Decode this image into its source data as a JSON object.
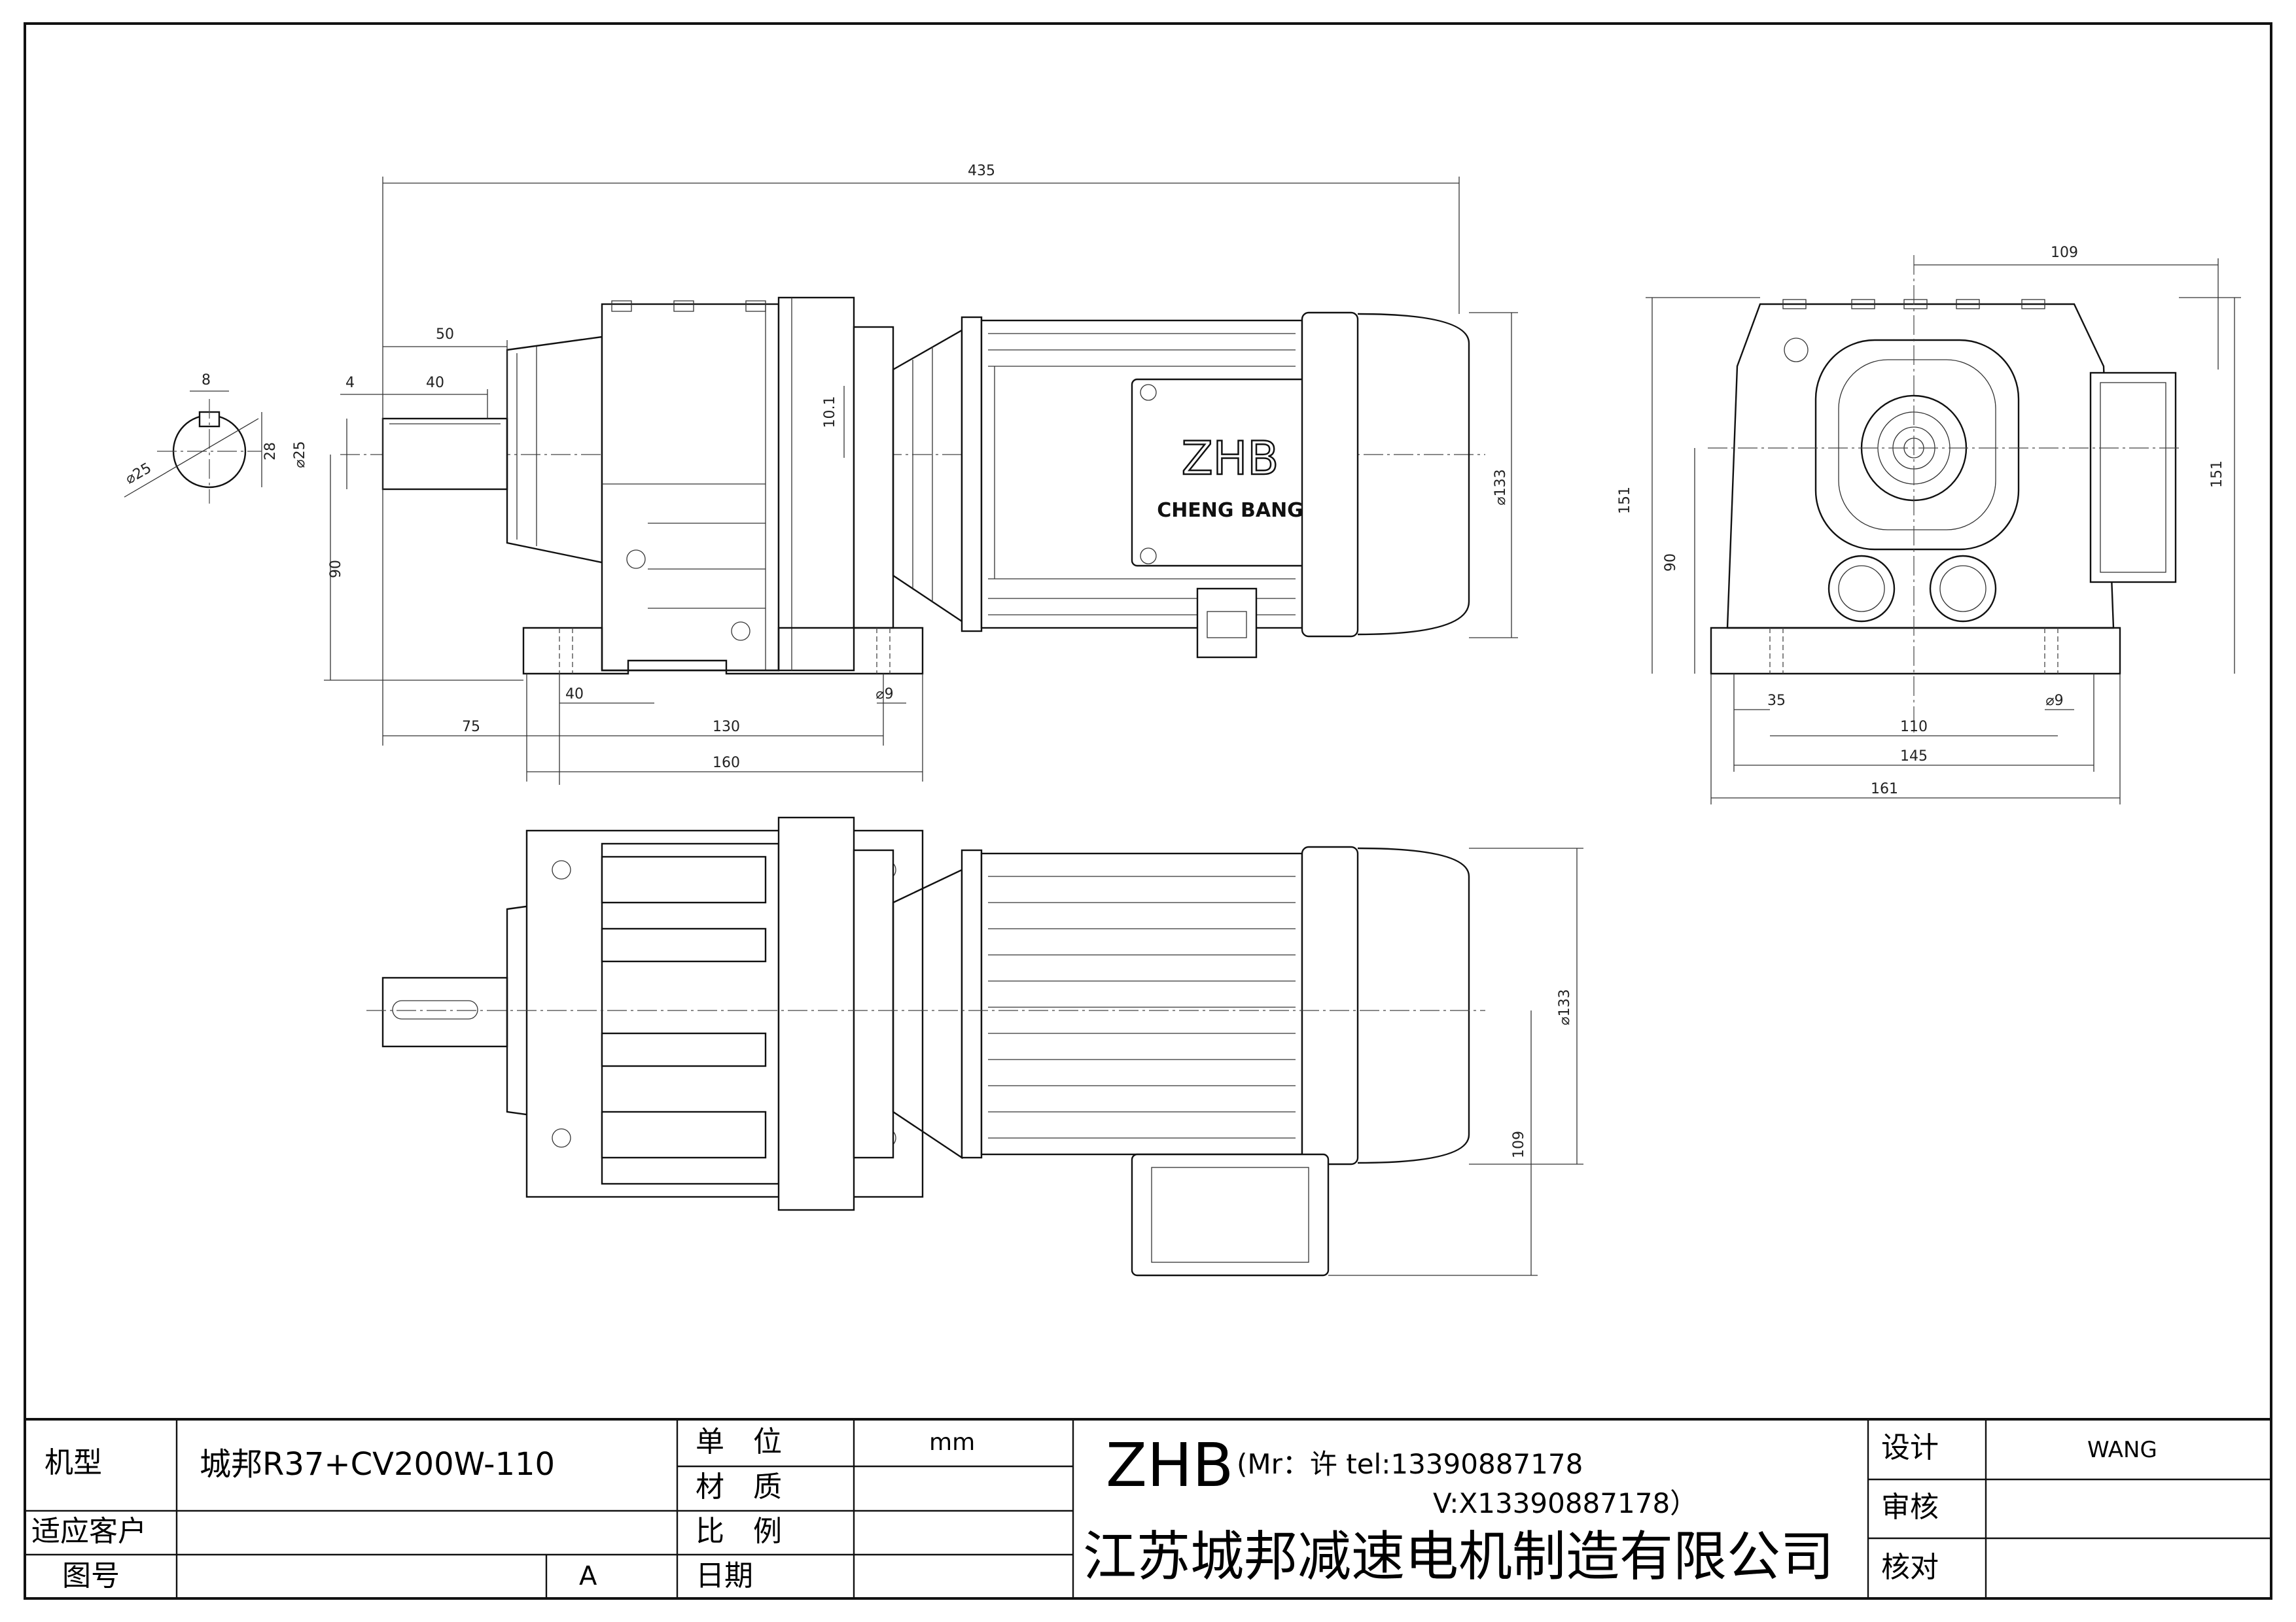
{
  "drawing": {
    "dimensions": {
      "overall_length": "435",
      "output_shaft_len": "50",
      "key_len": "40",
      "key_offset": "4",
      "key_width": "8",
      "shaft_dia_end": "⌀25",
      "key_height": "28",
      "shaft_dia_side": "⌀25",
      "shaft_height": "90",
      "offset_10": "10.1",
      "foot_hole_dist": "40",
      "foot_front": "75",
      "foot_pitch": "130",
      "foot_hole_dia": "⌀9",
      "foot_length": "160",
      "motor_dia": "⌀133",
      "end_width_top": "109",
      "end_height_left": "151",
      "end_height_right": "151",
      "end_shaft_height": "90",
      "end_foot_35": "35",
      "end_foot_hole": "⌀9",
      "end_foot_pitch": "110",
      "end_foot_145": "145",
      "end_overall": "161",
      "top_motor_dia": "⌀133",
      "top_box_109": "109"
    },
    "nameplate": {
      "brand": "ZHB",
      "maker": "CHENG BANG"
    }
  },
  "title_block": {
    "model_label": "机型",
    "model_value": "城邦R37+CV200W-110",
    "customer_label": "适应客户",
    "customer_value": "",
    "drawing_no_label": "图号",
    "drawing_no_value": "",
    "revision": "A",
    "unit_label": "单　位",
    "unit_value": "mm",
    "material_label": "材　质",
    "material_value": "",
    "scale_label": "比　例",
    "scale_value": "",
    "date_label": "日期",
    "date_value": "",
    "company_logo": "ZHB",
    "contact_line1": "(Mr：许 tel:13390887178",
    "contact_line2": "V:X13390887178）",
    "company_name": "江苏城邦减速电机制造有限公司",
    "design_label": "设计",
    "design_value": "WANG",
    "review_label": "审核",
    "review_value": "",
    "check_label": "核对",
    "check_value": ""
  }
}
